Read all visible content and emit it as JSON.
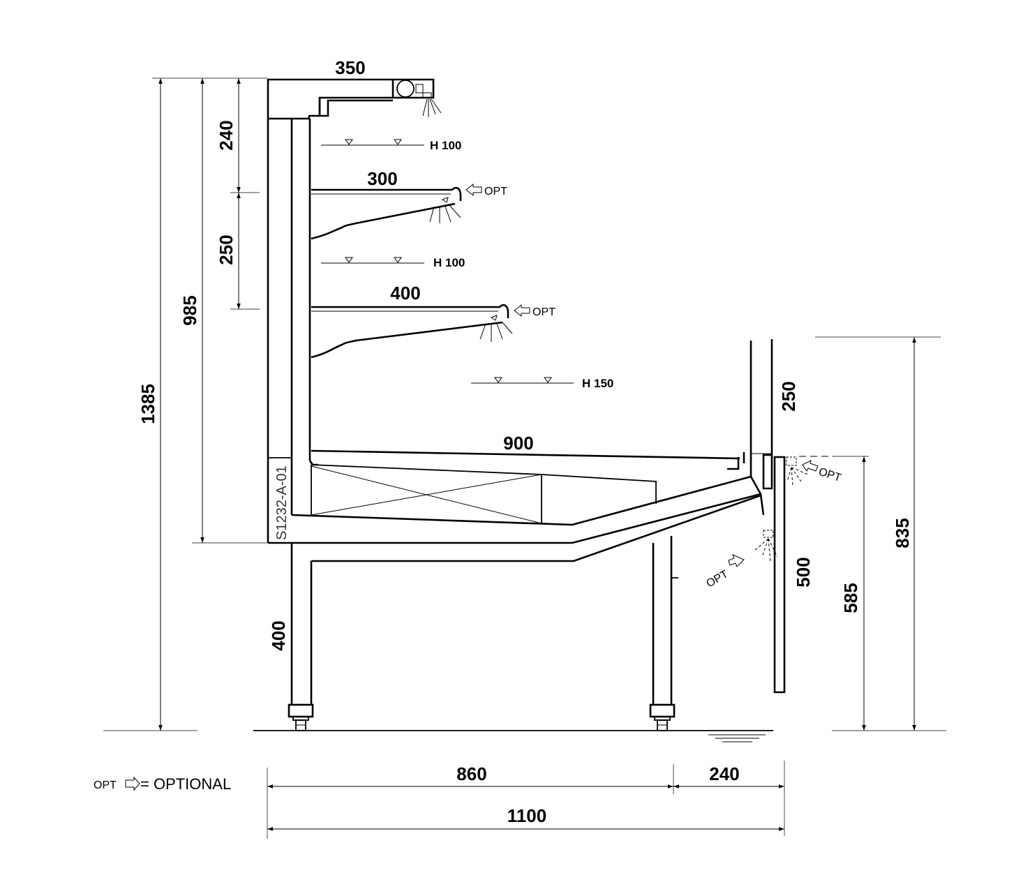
{
  "dimensions": {
    "top_width": "350",
    "shelf1_width": "300",
    "shelf2_width": "400",
    "well_width": "900",
    "h_top": "240",
    "h_shelf_gap": "250",
    "h_985": "985",
    "h_total": "1385",
    "base_height": "400",
    "front_glass": "250",
    "front_panel": "500",
    "h_585": "585",
    "h_835": "835",
    "width_860": "860",
    "width_240": "240",
    "width_total": "1100"
  },
  "levels": {
    "l1": "H 100",
    "l2": "H 100",
    "l3": "H 150"
  },
  "options": {
    "opt1": "OPT",
    "opt2": "OPT",
    "opt3": "OPT",
    "opt4": "OPT"
  },
  "drawing_code": "S1232-A-01",
  "legend": {
    "opt": "OPT",
    "equals": "= OPTIONAL"
  }
}
